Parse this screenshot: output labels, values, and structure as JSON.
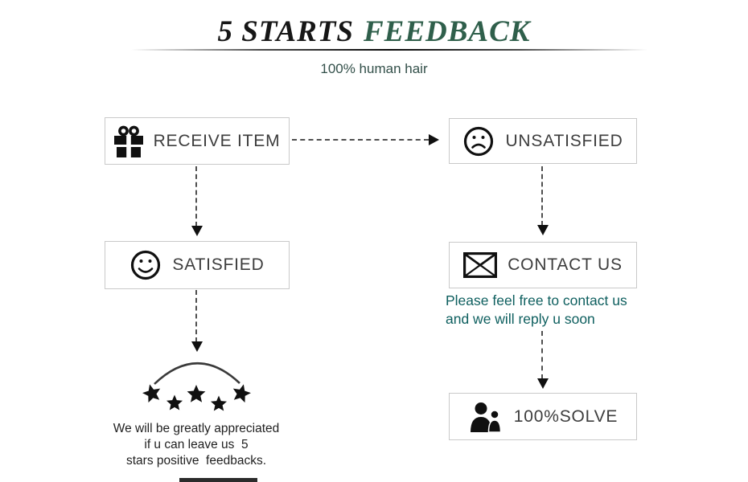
{
  "header": {
    "title_part1": "5 STARTS",
    "title_part2": "FEEDBACK",
    "subtitle": "100% human hair"
  },
  "nodes": {
    "receive_item": "RECEIVE ITEM",
    "unsatisfied": "UNSATISFIED",
    "satisfied": "SATISFIED",
    "contact_us": "CONTACT US",
    "solve": "100%SOLVE"
  },
  "icons": {
    "receive_item": "gift-icon",
    "unsatisfied": "sad-face-icon",
    "satisfied": "smiley-face-icon",
    "contact_us": "envelope-icon",
    "solve": "people-icon"
  },
  "notes": {
    "contact": [
      "Please feel free to contact us",
      "and we will reply u soon"
    ],
    "stars": [
      "We will be greatly appreciated",
      "if u can leave us  5",
      "stars positive  feedbacks."
    ]
  },
  "stars_count": 5,
  "colors": {
    "title_accent_green": "#2f5f4b",
    "subtitle_green": "#33504a",
    "contact_note_teal": "#0e5f5f",
    "box_border_gray": "#c9c9c9",
    "box_text_gray": "#3d3d3d",
    "icon_black": "#101010"
  }
}
